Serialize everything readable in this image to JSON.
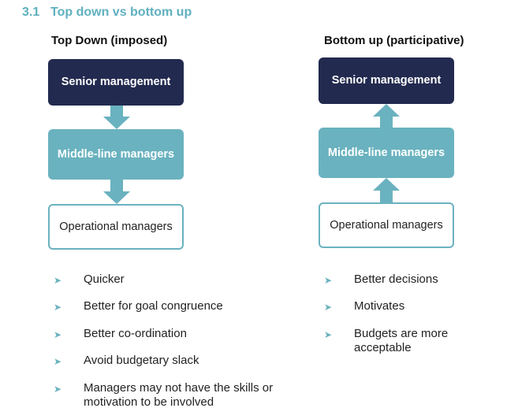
{
  "section": {
    "number": "3.1",
    "title": "Top down vs bottom up"
  },
  "top_down": {
    "heading": "Top Down (imposed)",
    "boxes": {
      "senior": "Senior management",
      "middle": "Middle-line managers",
      "operational": "Operational managers"
    },
    "points": [
      "Quicker",
      "Better for goal congruence",
      "Better co-ordination",
      "Avoid budgetary slack",
      "Managers may not have the skills or motivation to be involved"
    ]
  },
  "bottom_up": {
    "heading": "Bottom up (participative)",
    "boxes": {
      "senior": "Senior management",
      "middle": "Middle-line managers",
      "operational": "Operational managers"
    },
    "points": [
      "Better decisions",
      "Motivates",
      "Budgets are more acceptable"
    ]
  },
  "colors": {
    "title": "#5fb0bf",
    "dark_box": "#222a4f",
    "teal_box": "#6ab2bf",
    "arrow": "#6ab2bf"
  },
  "icons": {
    "bullet": "arrowhead-bullet-icon",
    "down_arrow": "arrow-down-icon",
    "up_arrow": "arrow-up-icon"
  }
}
